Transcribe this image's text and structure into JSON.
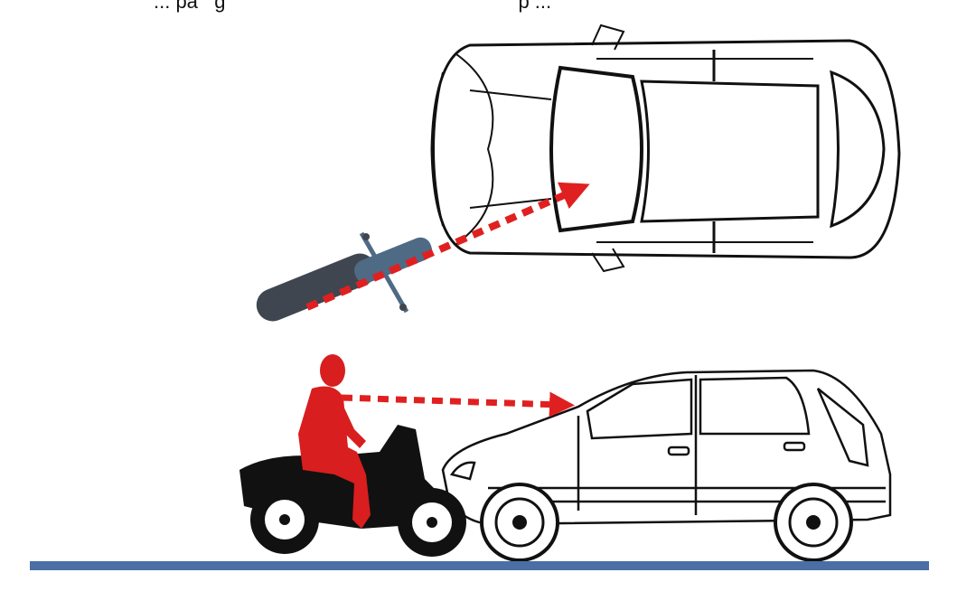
{
  "diagram": {
    "top_caption_cut": "... pa   g                                                     p ...",
    "views": [
      {
        "name": "top-view",
        "objects": [
          "car-top",
          "motorcycle-top"
        ]
      },
      {
        "name": "side-view",
        "objects": [
          "car-side",
          "motorcycle-side",
          "rider"
        ]
      }
    ],
    "colors": {
      "ground": "#4a6fa5",
      "rider": "#d81e1e",
      "arrow": "#e02020",
      "outline": "#111111",
      "motorcycle_top": "#3f4650"
    }
  }
}
